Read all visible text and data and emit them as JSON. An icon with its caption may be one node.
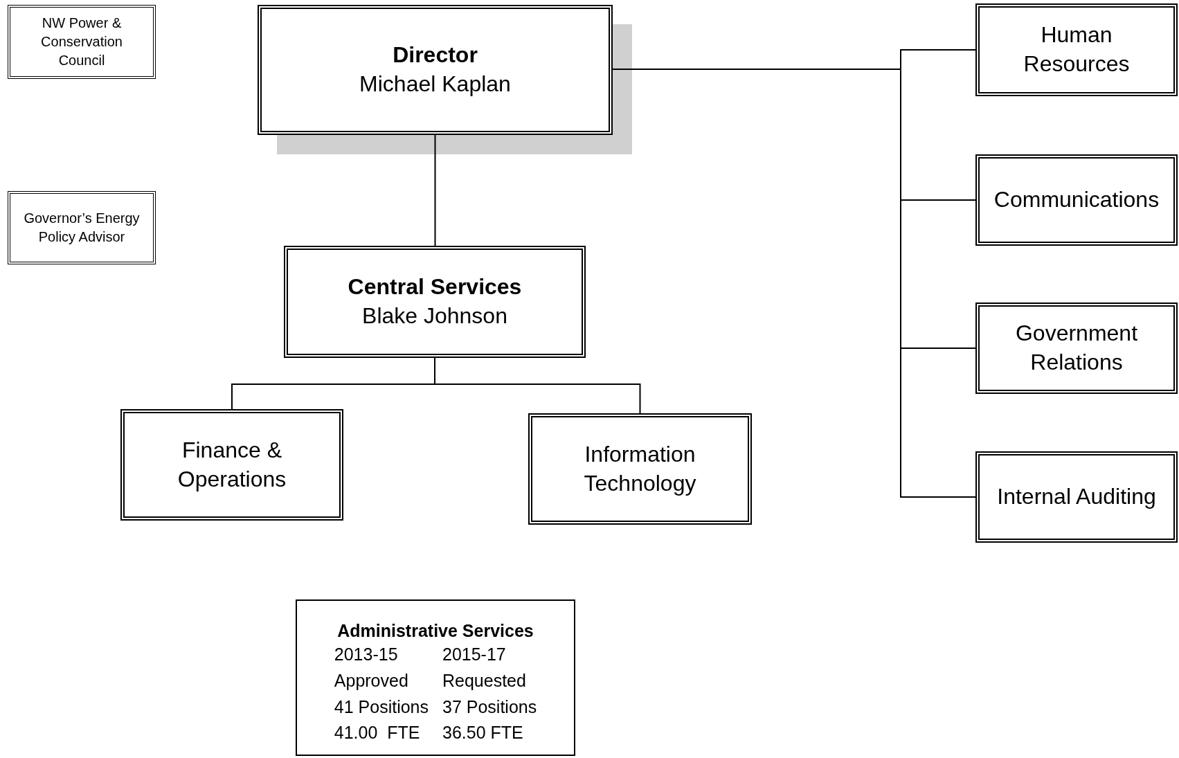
{
  "diagram": {
    "nodes": [
      {
        "text": [
          "NW Power & Conservation Council"
        ]
      },
      {
        "text": [
          "Governor’s Energy Policy Advisor"
        ]
      },
      {
        "text": [
          "Director",
          "Michael Kaplan"
        ]
      },
      {
        "text": [
          "Central Services",
          "Blake Johnson"
        ]
      },
      {
        "text": [
          "Finance & Operations"
        ]
      },
      {
        "text": [
          "Information Technology"
        ]
      },
      {
        "text": [
          "Human Resources"
        ]
      },
      {
        "text": [
          "Communications"
        ]
      },
      {
        "text": [
          "Government Relations"
        ]
      },
      {
        "text": [
          "Internal Auditing"
        ]
      },
      {
        "text": [
          "Administrative Services",
          "2013-15",
          "2015-17",
          "Approved",
          "Requested",
          "41 Positions",
          "37 Positions",
          "41.00  FTE",
          "36.50 FTE"
        ]
      }
    ],
    "edges": [
      {
        "from": 2,
        "to": 6,
        "arrow": "none"
      },
      {
        "from": 2,
        "to": 7,
        "arrow": "none"
      },
      {
        "from": 2,
        "to": 8,
        "arrow": "none"
      },
      {
        "from": 2,
        "to": 9,
        "arrow": "none"
      },
      {
        "from": 2,
        "to": 3,
        "arrow": "none"
      },
      {
        "from": 3,
        "to": 4,
        "arrow": "none"
      },
      {
        "from": 3,
        "to": 5,
        "arrow": "none"
      }
    ]
  }
}
